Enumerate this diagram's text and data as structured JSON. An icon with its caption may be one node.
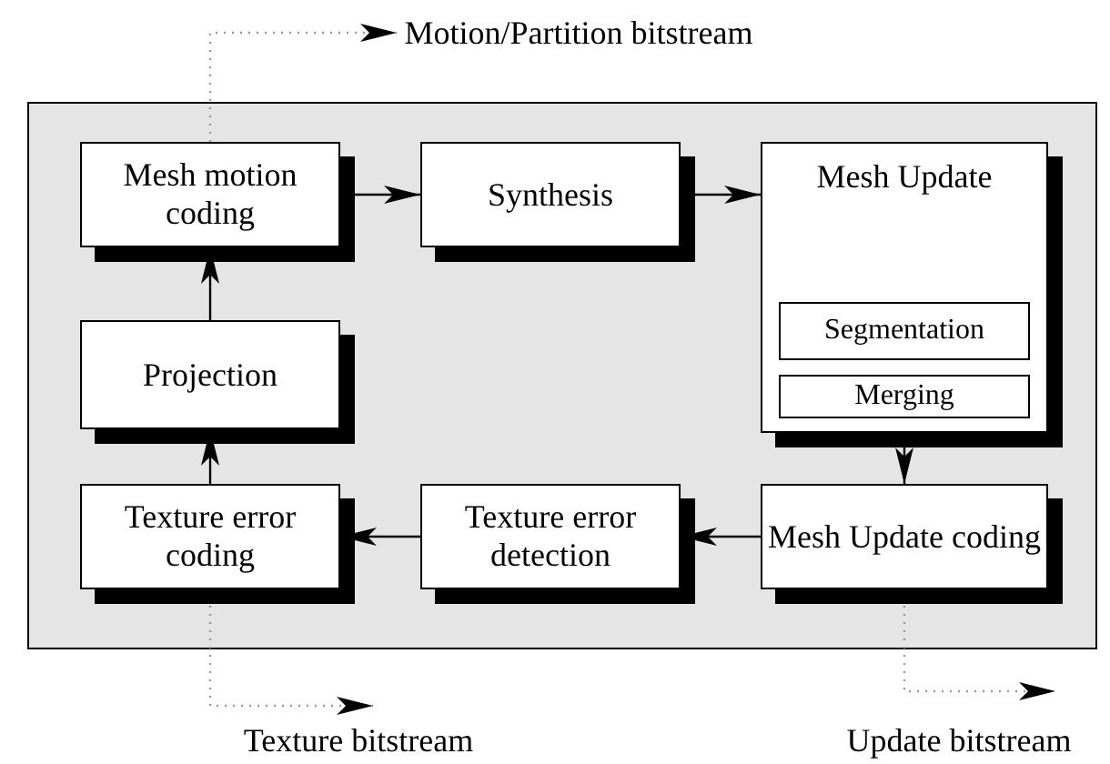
{
  "diagram": {
    "nodes": [
      {
        "text": [
          "Motion/Partition bitstream"
        ]
      },
      {
        "text": [],
        "shape": "box"
      },
      {
        "text": [
          "Mesh motion coding"
        ],
        "in": 1
      },
      {
        "text": [
          "Synthesis"
        ],
        "in": 1
      },
      {
        "text": [
          "Mesh Update"
        ],
        "in": 1
      },
      {
        "text": [
          "Segmentation"
        ],
        "in": 4
      },
      {
        "text": [
          "Merging"
        ],
        "in": 4
      },
      {
        "text": [
          "Projection"
        ],
        "in": 1
      },
      {
        "text": [
          "Texture error coding"
        ],
        "in": 1
      },
      {
        "text": [
          "Texture error detection"
        ],
        "in": 1
      },
      {
        "text": [
          "Mesh Update coding"
        ],
        "in": 1
      },
      {
        "text": [
          "Texture bitstream"
        ]
      },
      {
        "text": [
          "Update bitstream"
        ]
      }
    ],
    "edges": [
      {
        "from": 2,
        "to": 3,
        "arrow": "to"
      },
      {
        "from": 3,
        "to": 4,
        "arrow": "to"
      },
      {
        "from": 4,
        "to": 10,
        "arrow": "to"
      },
      {
        "from": 10,
        "to": 9,
        "arrow": "to"
      },
      {
        "from": 9,
        "to": 8,
        "arrow": "to"
      },
      {
        "from": 8,
        "to": 7,
        "arrow": "to"
      },
      {
        "from": 7,
        "to": 2,
        "arrow": "to"
      },
      {
        "from": 2,
        "to": 0,
        "arrow": "to",
        "style": "dashed",
        "color": "#9a9a9a"
      },
      {
        "from": 8,
        "to": 11,
        "arrow": "to",
        "style": "dashed",
        "color": "#9a9a9a"
      },
      {
        "from": 10,
        "to": 12,
        "arrow": "to",
        "style": "dashed",
        "color": "#9a9a9a"
      }
    ]
  }
}
